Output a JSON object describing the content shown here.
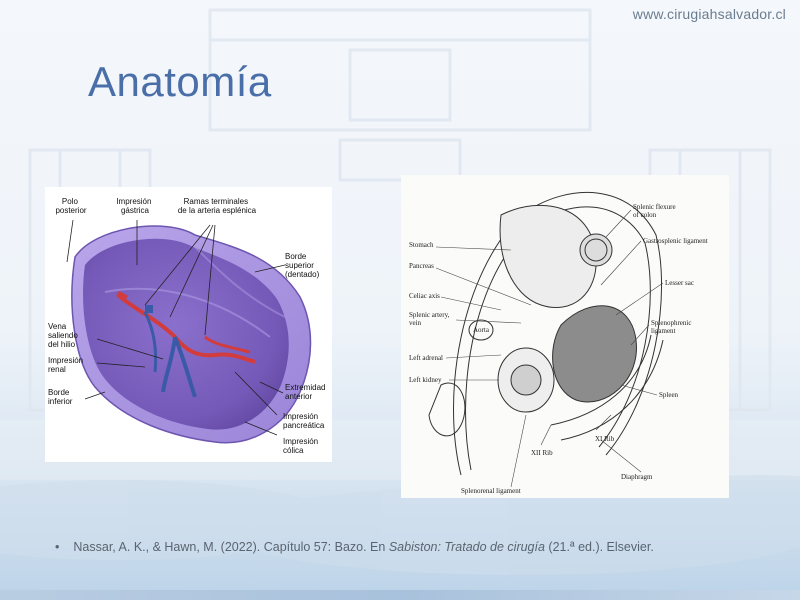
{
  "site": {
    "url": "www.cirugiahsalvador.cl"
  },
  "slide": {
    "title": "Anatomía"
  },
  "figure_left": {
    "labels": [
      {
        "id": "polo",
        "lines": [
          "Polo",
          "posterior"
        ]
      },
      {
        "id": "imp_gastrica",
        "lines": [
          "Impresión",
          "gástrica"
        ]
      },
      {
        "id": "ramas",
        "lines": [
          "Ramas terminales",
          "de la arteria esplénica"
        ]
      },
      {
        "id": "borde_sup",
        "lines": [
          "Borde",
          "superior",
          "(dentado)"
        ]
      },
      {
        "id": "vena",
        "lines": [
          "Vena",
          "saliendo",
          "del hilio"
        ]
      },
      {
        "id": "imp_renal",
        "lines": [
          "Impresión",
          "renal"
        ]
      },
      {
        "id": "borde_inf",
        "lines": [
          "Borde",
          "inferior"
        ]
      },
      {
        "id": "extremidad",
        "lines": [
          "Extremidad",
          "anterior"
        ]
      },
      {
        "id": "imp_pancreatica",
        "lines": [
          "Impresión",
          "pancreática"
        ]
      },
      {
        "id": "imp_colica",
        "lines": [
          "Impresión",
          "cólica"
        ]
      }
    ]
  },
  "figure_right": {
    "labels": [
      {
        "id": "splenic_flexure",
        "lines": [
          "Splenic flexure",
          "of colon"
        ]
      },
      {
        "id": "stomach",
        "lines": [
          "Stomach"
        ]
      },
      {
        "id": "gastrosplenic",
        "lines": [
          "Gastrosplenic ligament"
        ]
      },
      {
        "id": "pancreas",
        "lines": [
          "Pancreas"
        ]
      },
      {
        "id": "lesser_sac",
        "lines": [
          "Lesser sac"
        ]
      },
      {
        "id": "celiac",
        "lines": [
          "Celiac axis"
        ]
      },
      {
        "id": "splenic_artery",
        "lines": [
          "Splenic artery,",
          "vein"
        ]
      },
      {
        "id": "splenophrenic",
        "lines": [
          "Splenophrenic",
          "ligament"
        ]
      },
      {
        "id": "aorta",
        "lines": [
          "Aorta"
        ]
      },
      {
        "id": "left_adrenal",
        "lines": [
          "Left adrenal"
        ]
      },
      {
        "id": "left_kidney",
        "lines": [
          "Left kidney"
        ]
      },
      {
        "id": "spleen",
        "lines": [
          "Spleen"
        ]
      },
      {
        "id": "xi_rib",
        "lines": [
          "XI Rib"
        ]
      },
      {
        "id": "xii_rib",
        "lines": [
          "XII Rib"
        ]
      },
      {
        "id": "diaphragm",
        "lines": [
          "Diaphragm"
        ]
      },
      {
        "id": "splenorenal",
        "lines": [
          "Splenorenal ligament"
        ]
      }
    ]
  },
  "citation": {
    "bullet": "•",
    "before": "Nassar, A. K., & Hawn, M. (2022). Capítulo 57: Bazo. En ",
    "italic": "Sabiston: Tratado de cirugía",
    "after": " (21.ª ed.). Elsevier."
  }
}
